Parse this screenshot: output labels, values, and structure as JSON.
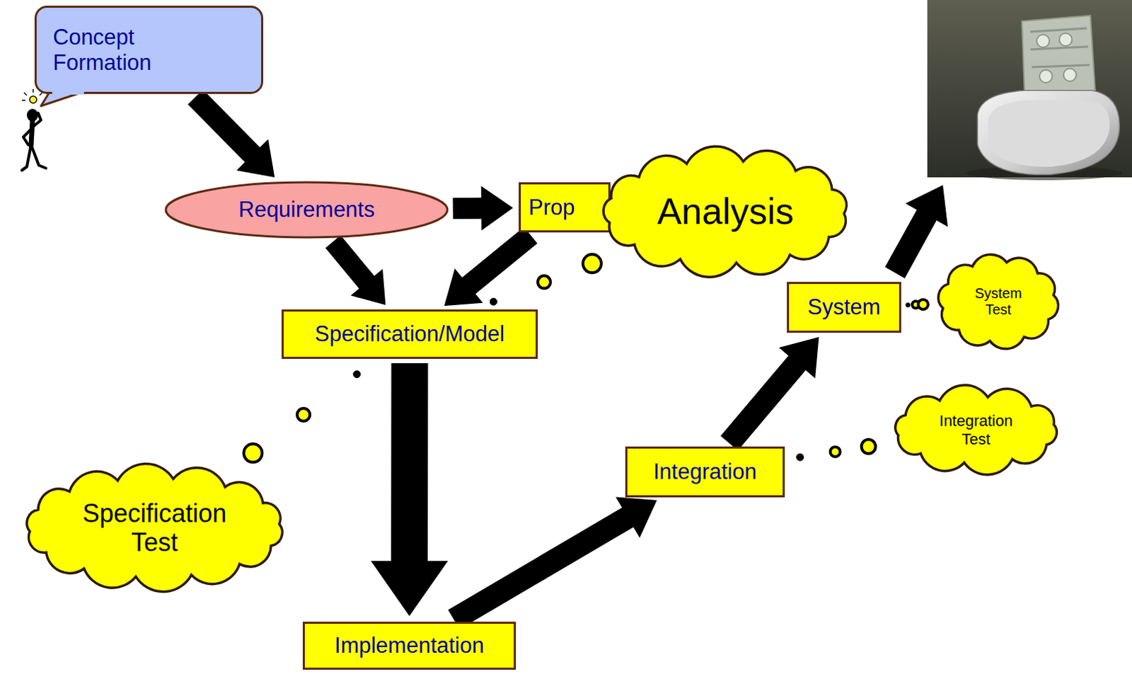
{
  "diagram": {
    "nodes": [
      {
        "text": [
          "Concept Formation"
        ]
      },
      {
        "text": [
          "Requirements"
        ]
      },
      {
        "text": [
          "Prop"
        ]
      },
      {
        "text": [
          "Analysis"
        ]
      },
      {
        "text": [
          "Specification/Model"
        ]
      },
      {
        "text": [
          "System"
        ]
      },
      {
        "text": [
          "System Test"
        ]
      },
      {
        "text": [
          "Integration"
        ]
      },
      {
        "text": [
          "Integration Test"
        ]
      },
      {
        "text": [
          "Specification Test"
        ]
      },
      {
        "text": [
          "Implementation"
        ]
      }
    ],
    "edges": [
      {
        "from": 0,
        "to": 1,
        "arrow": "to"
      },
      {
        "from": 1,
        "to": 2,
        "arrow": "to"
      },
      {
        "from": 1,
        "to": 4,
        "arrow": "to"
      },
      {
        "from": 2,
        "to": 4,
        "arrow": "to"
      },
      {
        "from": 4,
        "to": 10,
        "arrow": "to"
      },
      {
        "from": 10,
        "to": 7,
        "arrow": "to"
      },
      {
        "from": 7,
        "to": 5,
        "arrow": "to"
      },
      {
        "from": 4,
        "to": 9,
        "arrow": "none"
      },
      {
        "from": 4,
        "to": 3,
        "arrow": "none"
      },
      {
        "from": 7,
        "to": 8,
        "arrow": "none"
      },
      {
        "from": 5,
        "to": 6,
        "arrow": "none"
      }
    ]
  }
}
